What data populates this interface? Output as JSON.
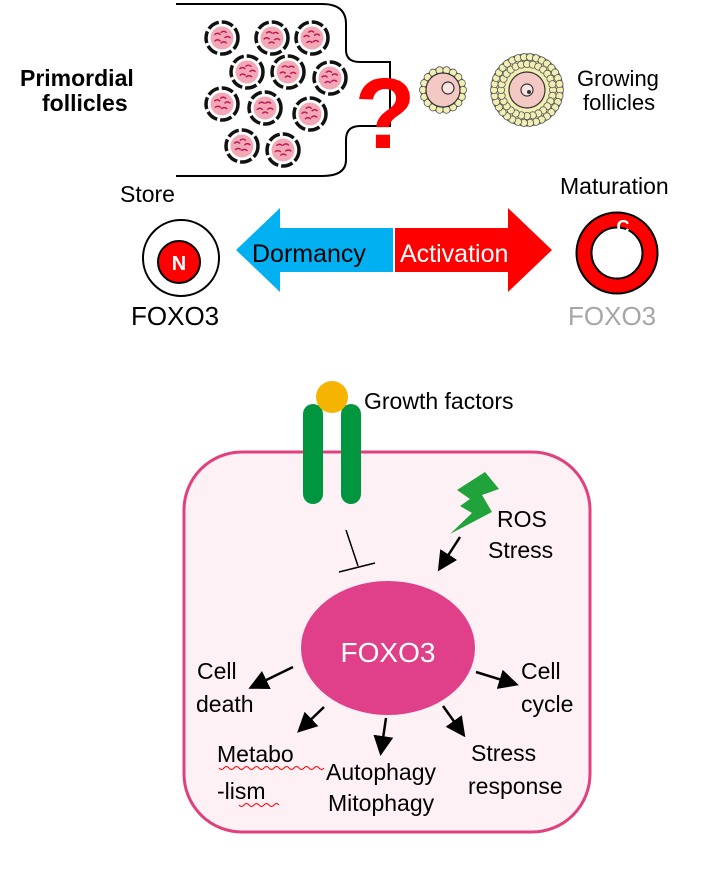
{
  "top": {
    "primordial_label_line1": "Primordial",
    "primordial_label_line2": "follicles",
    "question_mark": "?",
    "growing_label_line1": "Growing",
    "growing_label_line2": "follicles"
  },
  "states": {
    "store_label": "Store",
    "nucleus_letter": "N",
    "foxo3_nuclear": "FOXO3",
    "maturation_label": "Maturation",
    "cytoplasm_letter": "C",
    "foxo3_cytoplasmic": "FOXO3",
    "dormancy_label": "Dormancy",
    "activation_label": "Activation"
  },
  "cell": {
    "growth_factors_label": "Growth factors",
    "ros_label_line1": "ROS",
    "ros_label_line2": "Stress",
    "foxo3_center": "FOXO3",
    "outputs": {
      "cell_death_line1": "Cell",
      "cell_death_line2": "death",
      "cell_cycle_line1": "Cell",
      "cell_cycle_line2": "cycle",
      "metabolism_line1": "Metabo",
      "metabolism_line2": "-lism",
      "autophagy_line1": "Autophagy",
      "autophagy_line2": "Mitophagy",
      "stress_response_line1": "Stress",
      "stress_response_line2": "response"
    }
  },
  "colors": {
    "dormancy_arrow": "#00B0F0",
    "activation_arrow": "#FF0000",
    "question_mark": "#FF0000",
    "cell_border": "#E0407E",
    "cell_fill": "#FDF1F5",
    "foxo3_nucleus": "#E0408A",
    "receptor": "#00963F",
    "ligand": "#F5B400",
    "ros_bolt": "#1FA33A",
    "oocyte_nucleus": "#F3A9B5",
    "granulosa": "#F1EFB4",
    "inactive_text": "#A6A6A6"
  }
}
